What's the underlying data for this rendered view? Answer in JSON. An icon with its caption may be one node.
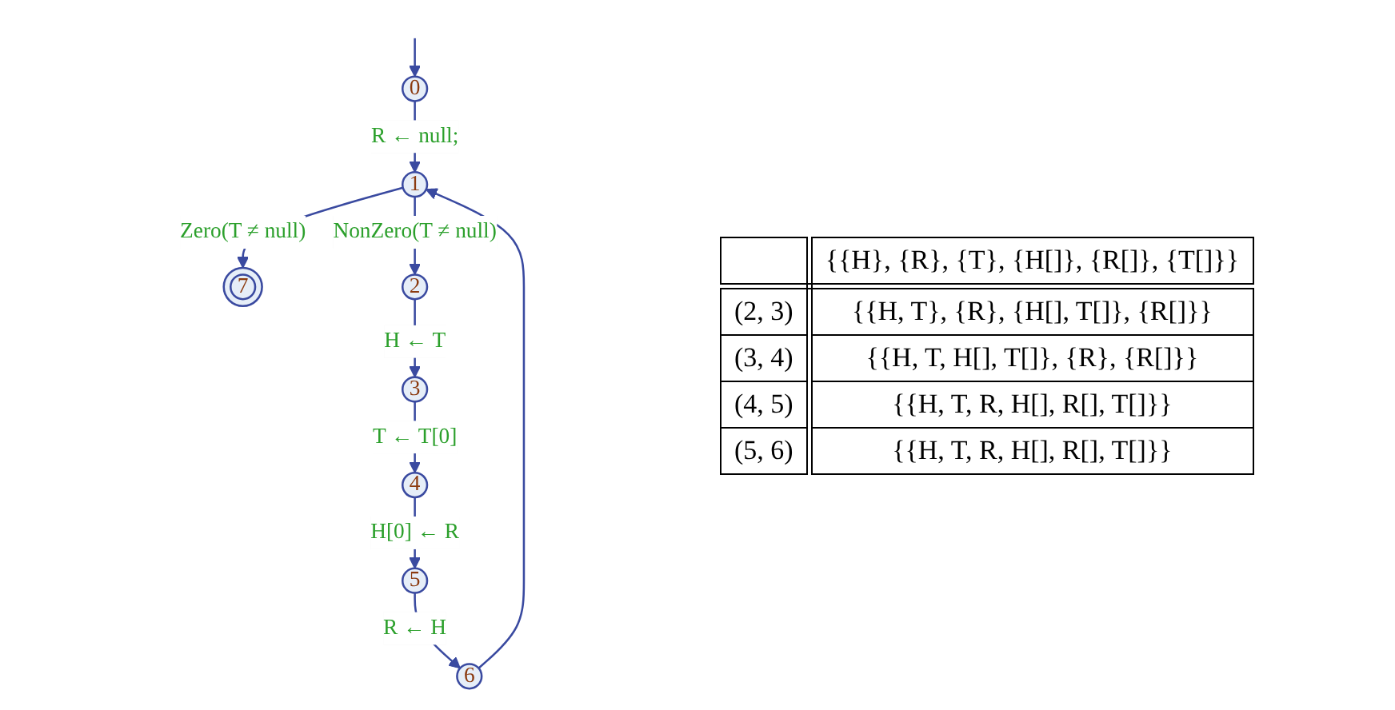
{
  "diagram": {
    "nodes": [
      {
        "text": [
          "0"
        ]
      },
      {
        "text": [
          "1"
        ]
      },
      {
        "text": [
          "7"
        ]
      },
      {
        "text": [
          "2"
        ]
      },
      {
        "text": [
          "3"
        ]
      },
      {
        "text": [
          "4"
        ]
      },
      {
        "text": [
          "5"
        ]
      },
      {
        "text": [
          "6"
        ]
      }
    ],
    "edges": [
      {
        "from": null,
        "to": 0,
        "arrow": "to"
      },
      {
        "from": 0,
        "to": 1,
        "arrow": "to",
        "label": "R ← null;"
      },
      {
        "from": 1,
        "to": 2,
        "arrow": "to",
        "label": "Zero(T ≠ null)"
      },
      {
        "from": 1,
        "to": 3,
        "arrow": "to",
        "label": "NonZero(T ≠ null)"
      },
      {
        "from": 3,
        "to": 4,
        "arrow": "to",
        "label": "H ← T"
      },
      {
        "from": 4,
        "to": 5,
        "arrow": "to",
        "label": "T ← T[0]"
      },
      {
        "from": 5,
        "to": 6,
        "arrow": "to",
        "label": "H[0] ← R"
      },
      {
        "from": 6,
        "to": 7,
        "arrow": "to",
        "label": "R ← H"
      },
      {
        "from": 7,
        "to": 1,
        "arrow": "to"
      }
    ],
    "labels": [
      "{{H}, {R}, {T}, {H[]}, {R[]}, {T[]}}",
      "(2, 3)",
      "{{H, T}, {R}, {H[], T[]}, {R[]}}",
      "(3, 4)",
      "{{H, T, H[], T[]}, {R}, {R[]}}",
      "(4, 5)",
      "{{H, T, R, H[], R[], T[]}}",
      "(5, 6)",
      "{{H, T, R, H[], R[], T[]}}"
    ]
  }
}
